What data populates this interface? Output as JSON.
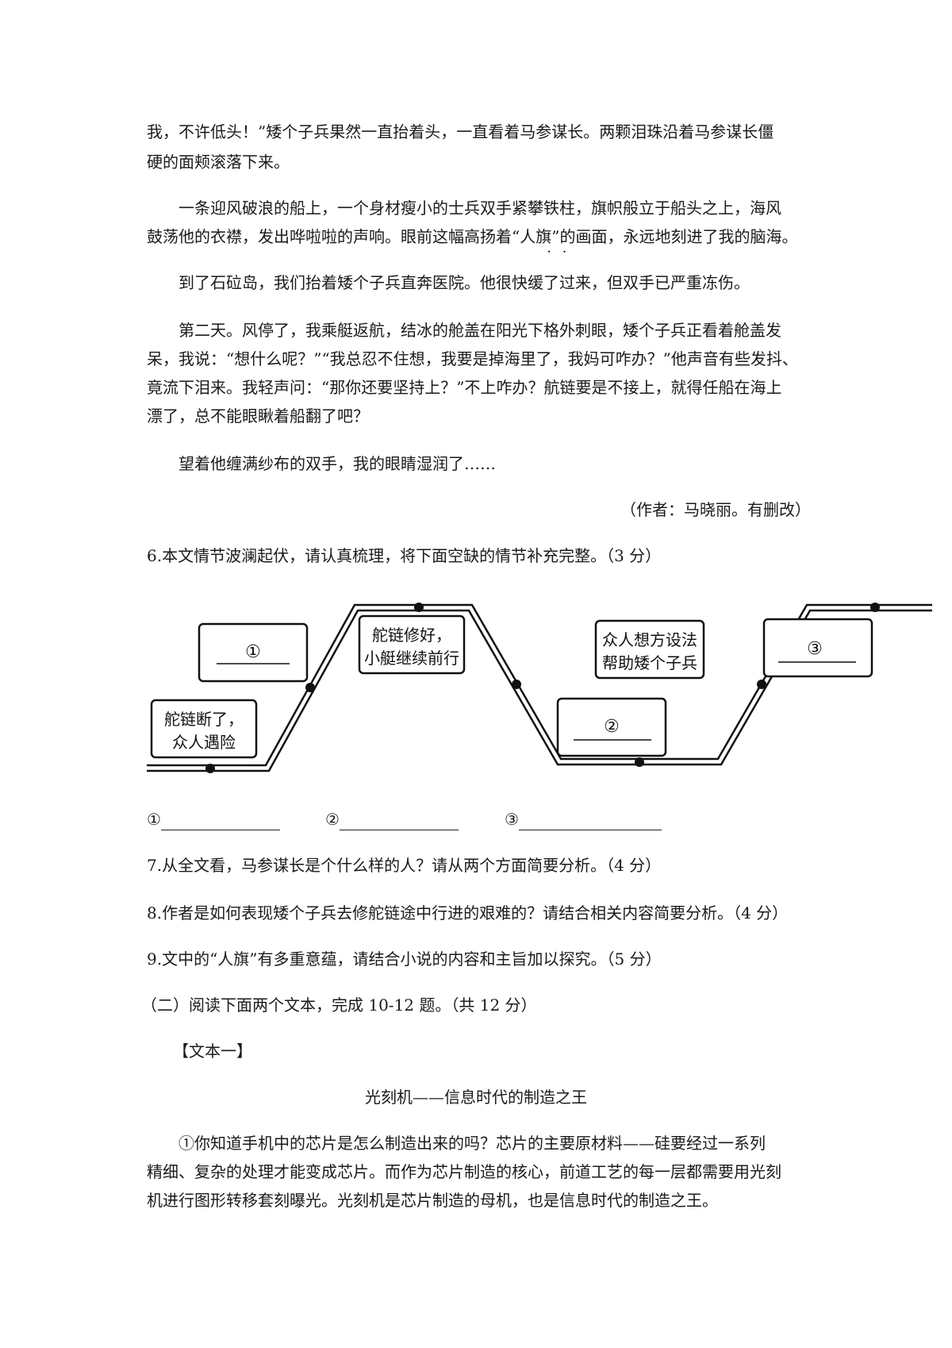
{
  "passage": {
    "p1_l1": "我，不许低头！”矮个子兵果然一直抬着头，一直看着马参谋长。两颗泪珠沿着马参谋长僵",
    "p1_l2": "硬的面颊滚落下来。",
    "p2_l1": "一条迎风破浪的船上，一个身材瘦小的士兵双手紧攀铁柱，旗帜般立于船头之上，海风",
    "p2_l2_a": "鼓荡他的衣襟，发出哗啦啦的声响。眼前这幅高扬着“",
    "p2_l2_emph": "人旗",
    "p2_l2_b": "”的画面，永远地刻进了我的脑海。",
    "p3": "到了石砬岛，我们抬着矮个子兵直奔医院。他很快缓了过来，但双手已严重冻伤。",
    "p4_l1": "第二天。风停了，我乘艇返航，结冰的舱盖在阳光下格外刺眼，矮个子兵正看着舱盖发",
    "p4_l2": "呆，我说：“想什么呢？”“我总忍不住想，我要是掉海里了，我妈可咋办？”他声音有些发抖、",
    "p4_l3": "竟流下泪来。我轻声问：“那你还要坚持上？”不上咋办？航链要是不接上，就得任船在海上",
    "p4_l4": "漂了，总不能眼瞅着船翻了吧？",
    "p5": "望着他缠满纱布的双手，我的眼睛湿润了……",
    "source": "（作者：马晓丽。有删改）"
  },
  "questions": {
    "q6": "6.本文情节波澜起伏，请认真梳理，将下面空缺的情节补充完整。（3 分）",
    "q7": "7.从全文看，马参谋长是个什么样的人？请从两个方面简要分析。（4 分）",
    "q8": "8.作者是如何表现矮个子兵去修舵链途中行进的艰难的？请结合相关内容简要分析。（4 分）",
    "q9": "9.文中的“人旗”有多重意蕴，请结合小说的内容和主旨加以探究。（5 分）"
  },
  "diagram": {
    "box_a_l1": "舵链断了，",
    "box_a_l2": "众人遇险",
    "box_b_label": "①",
    "box_c_l1": "舵链修好，",
    "box_c_l2": "小艇继续前行",
    "box_d_label": "②",
    "box_e_l1": "众人想方设法",
    "box_e_l2": "帮助矮个子兵",
    "box_f_label": "③"
  },
  "answer_slots": {
    "a1": "①",
    "a2": "②",
    "a3": "③"
  },
  "section2": {
    "heading": "（二）阅读下面两个文本，完成 10-12 题。（共 12 分）",
    "text_label": "【文本一】",
    "title": "光刻机——信息时代的制造之王",
    "para_l1": "①你知道手机中的芯片是怎么制造出来的吗？芯片的主要原材料——硅要经过一系列",
    "para_l2": "精细、复杂的处理才能变成芯片。而作为芯片制造的核心，前道工艺的每一层都需要用光刻",
    "para_l3": "机进行图形转移套刻曝光。光刻机是芯片制造的母机，也是信息时代的制造之王。"
  }
}
